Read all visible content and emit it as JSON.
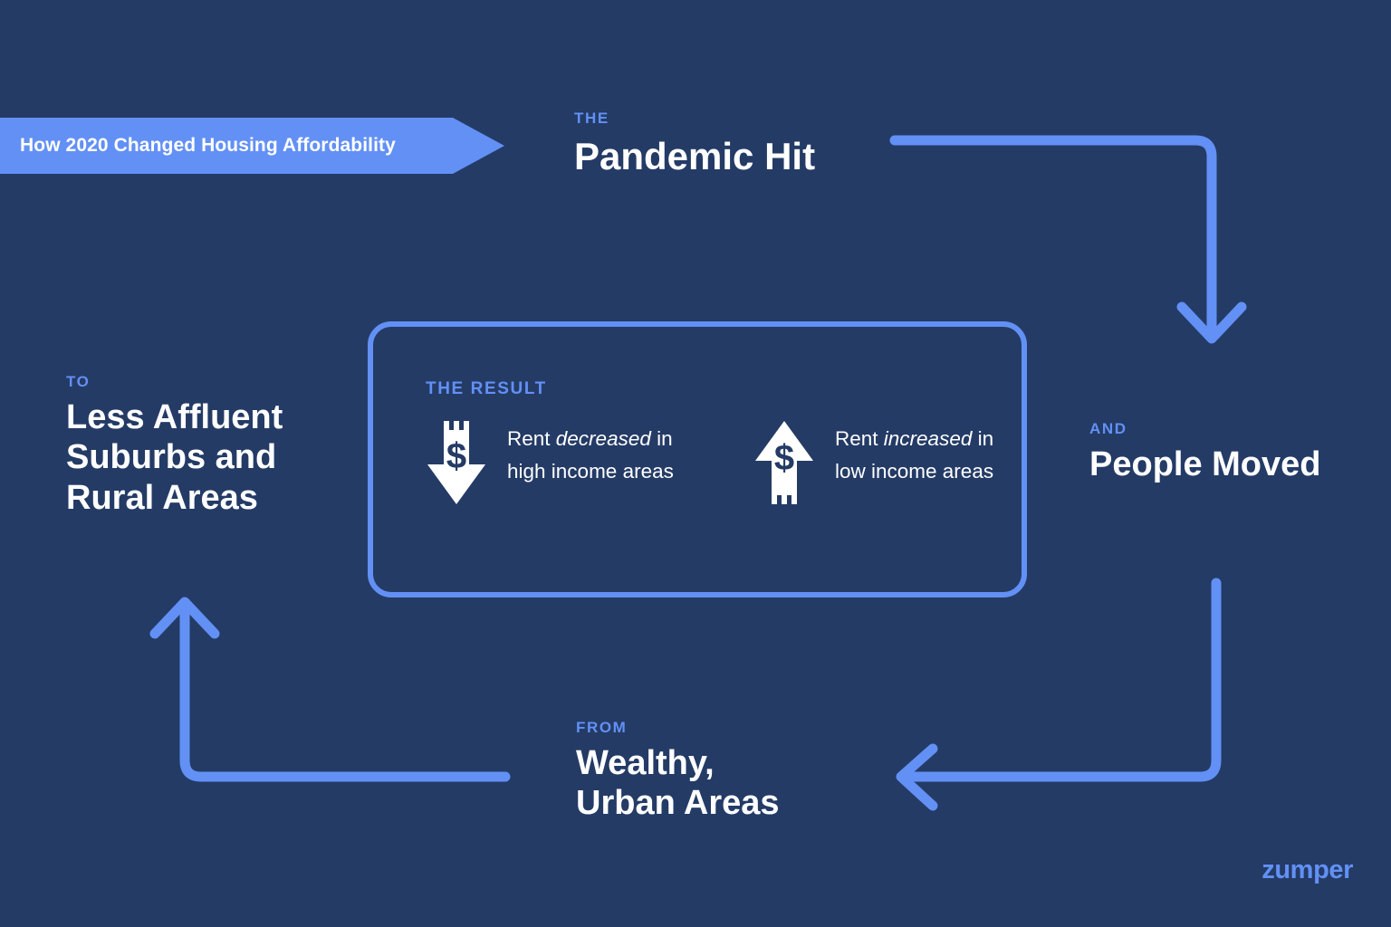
{
  "colors": {
    "background": "#243B66",
    "accent": "#6290F5",
    "text": "#FFFFFF"
  },
  "banner": {
    "label": "How 2020 Changed Housing Affordability",
    "shape": "arrow-pennant"
  },
  "nodes": [
    {
      "id": "pandemic",
      "eyebrow": "THE",
      "title": "Pandemic Hit"
    },
    {
      "id": "people",
      "eyebrow": "AND",
      "title": "People Moved"
    },
    {
      "id": "wealthy",
      "eyebrow": "FROM",
      "title": "Wealthy,\nUrban Areas"
    },
    {
      "id": "suburbs",
      "eyebrow": "TO",
      "title": "Less Affluent\nSuburbs and\nRural Areas"
    }
  ],
  "result_card": {
    "eyebrow": "THE RESULT",
    "items": [
      {
        "icon": "down-arrow-building-dollar-icon",
        "lead": "Rent ",
        "emphasis": "decreased",
        "tail": " in high income areas"
      },
      {
        "icon": "up-arrow-building-dollar-icon",
        "lead": "Rent ",
        "emphasis": "increased",
        "tail": " in low income areas"
      }
    ]
  },
  "connectors": [
    {
      "id": "top-right",
      "from": "pandemic",
      "to": "people",
      "direction": "right-then-down"
    },
    {
      "id": "bottom-right",
      "from": "people",
      "to": "wealthy",
      "direction": "down-then-left"
    },
    {
      "id": "bottom-left",
      "from": "wealthy",
      "to": "suburbs",
      "direction": "left-then-up"
    }
  ],
  "logo": {
    "text": "zumper"
  }
}
